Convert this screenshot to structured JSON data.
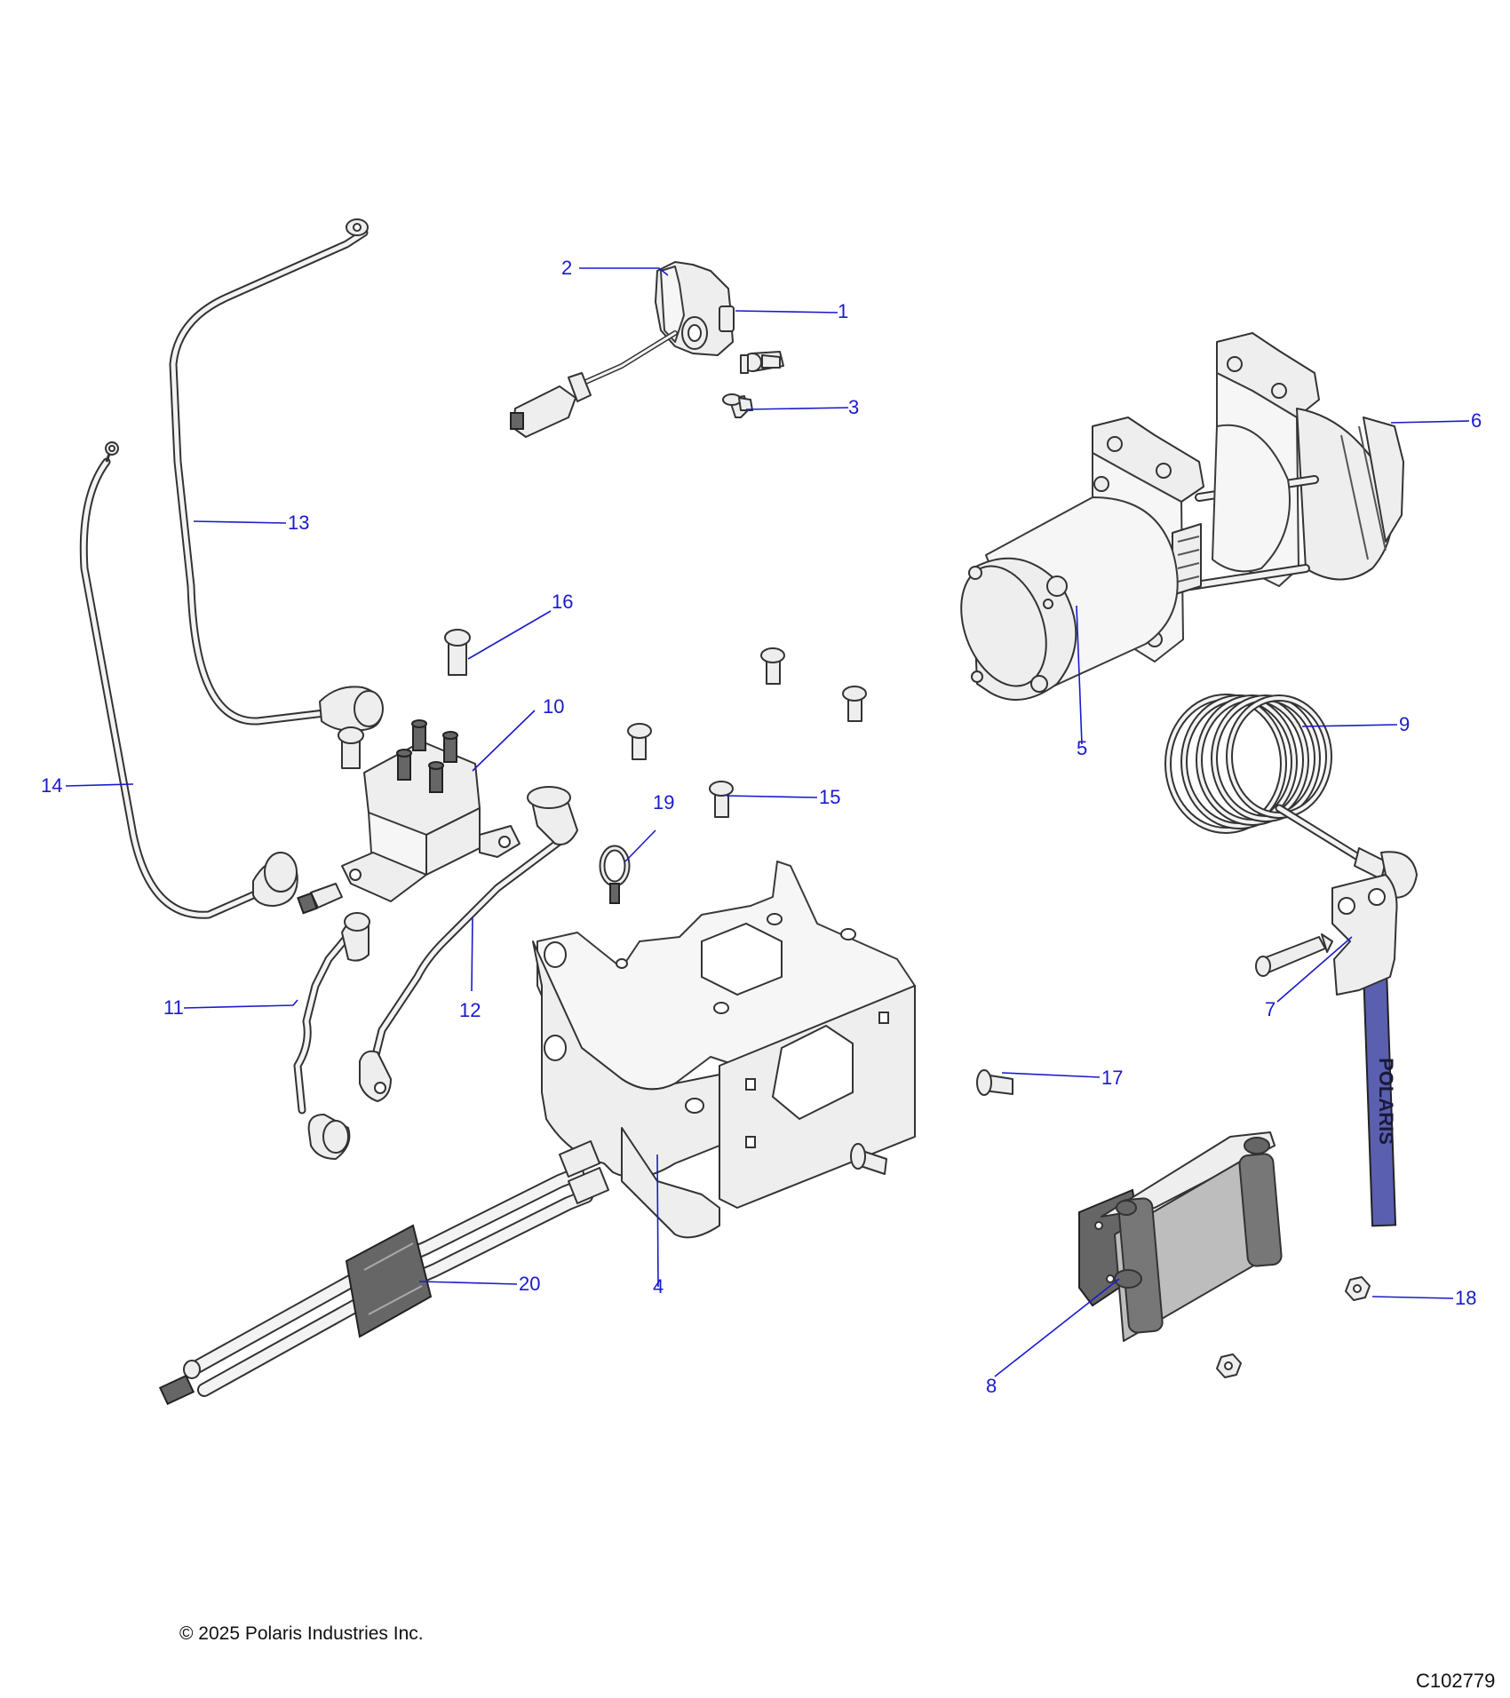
{
  "diagram": {
    "callouts": [
      {
        "id": "1",
        "label": "1"
      },
      {
        "id": "2",
        "label": "2"
      },
      {
        "id": "3",
        "label": "3"
      },
      {
        "id": "4",
        "label": "4"
      },
      {
        "id": "5",
        "label": "5"
      },
      {
        "id": "6",
        "label": "6"
      },
      {
        "id": "7",
        "label": "7"
      },
      {
        "id": "8",
        "label": "8"
      },
      {
        "id": "9",
        "label": "9"
      },
      {
        "id": "10",
        "label": "10"
      },
      {
        "id": "11",
        "label": "11"
      },
      {
        "id": "12",
        "label": "12"
      },
      {
        "id": "13",
        "label": "13"
      },
      {
        "id": "14",
        "label": "14"
      },
      {
        "id": "15",
        "label": "15"
      },
      {
        "id": "16",
        "label": "16"
      },
      {
        "id": "17",
        "label": "17"
      },
      {
        "id": "18",
        "label": "18"
      },
      {
        "id": "19",
        "label": "19"
      },
      {
        "id": "20",
        "label": "20"
      }
    ],
    "strap_text": "POLARIS"
  },
  "footer": {
    "copyright": "© 2025 Polaris Industries Inc.",
    "figure_code": "C102779"
  },
  "colors": {
    "callout": "#1a1acc",
    "linework": "#333333",
    "strap": "#5a5fb0"
  }
}
